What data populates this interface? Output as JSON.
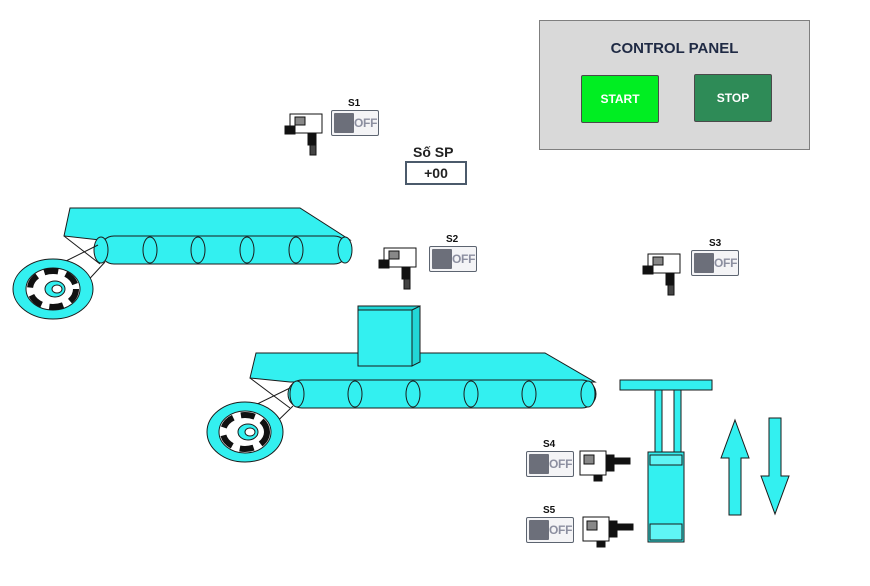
{
  "control_panel": {
    "title": "CONTROL PANEL",
    "start_label": "START",
    "stop_label": "STOP"
  },
  "counter": {
    "label": "Số SP",
    "value": "+00"
  },
  "sensors": [
    {
      "label": "S1",
      "state": "OFF"
    },
    {
      "label": "S2",
      "state": "OFF"
    },
    {
      "label": "S3",
      "state": "OFF"
    },
    {
      "label": "S4",
      "state": "OFF"
    },
    {
      "label": "S5",
      "state": "OFF"
    }
  ],
  "colors": {
    "machine": "#33f0f0",
    "outline": "#1a1a1a",
    "start_button": "#00ee22",
    "stop_button": "#2e8b57",
    "panel_bg": "#d9d9d9"
  }
}
